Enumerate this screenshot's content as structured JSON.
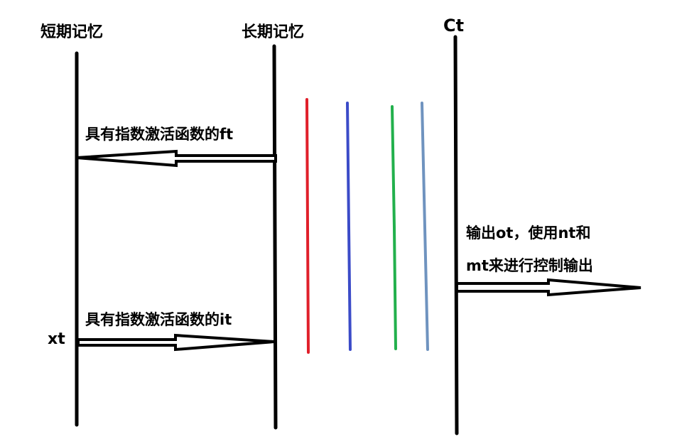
{
  "labels": {
    "short_term_memory": "短期记忆",
    "long_term_memory": "长期记忆",
    "cell_state": "Ct",
    "input": "xt",
    "forget_arrow": "具有指数激活函数的ft",
    "input_arrow": "具有指数激活函数的it",
    "output_line1": "输出ot，使用nt和",
    "output_line2": "mt来进行控制输出"
  },
  "colors": {
    "stroke": "#000000",
    "line_red": "#e01f2a",
    "line_blue": "#3b4bc8",
    "line_green": "#22b04c",
    "line_steel": "#6f93bf"
  }
}
